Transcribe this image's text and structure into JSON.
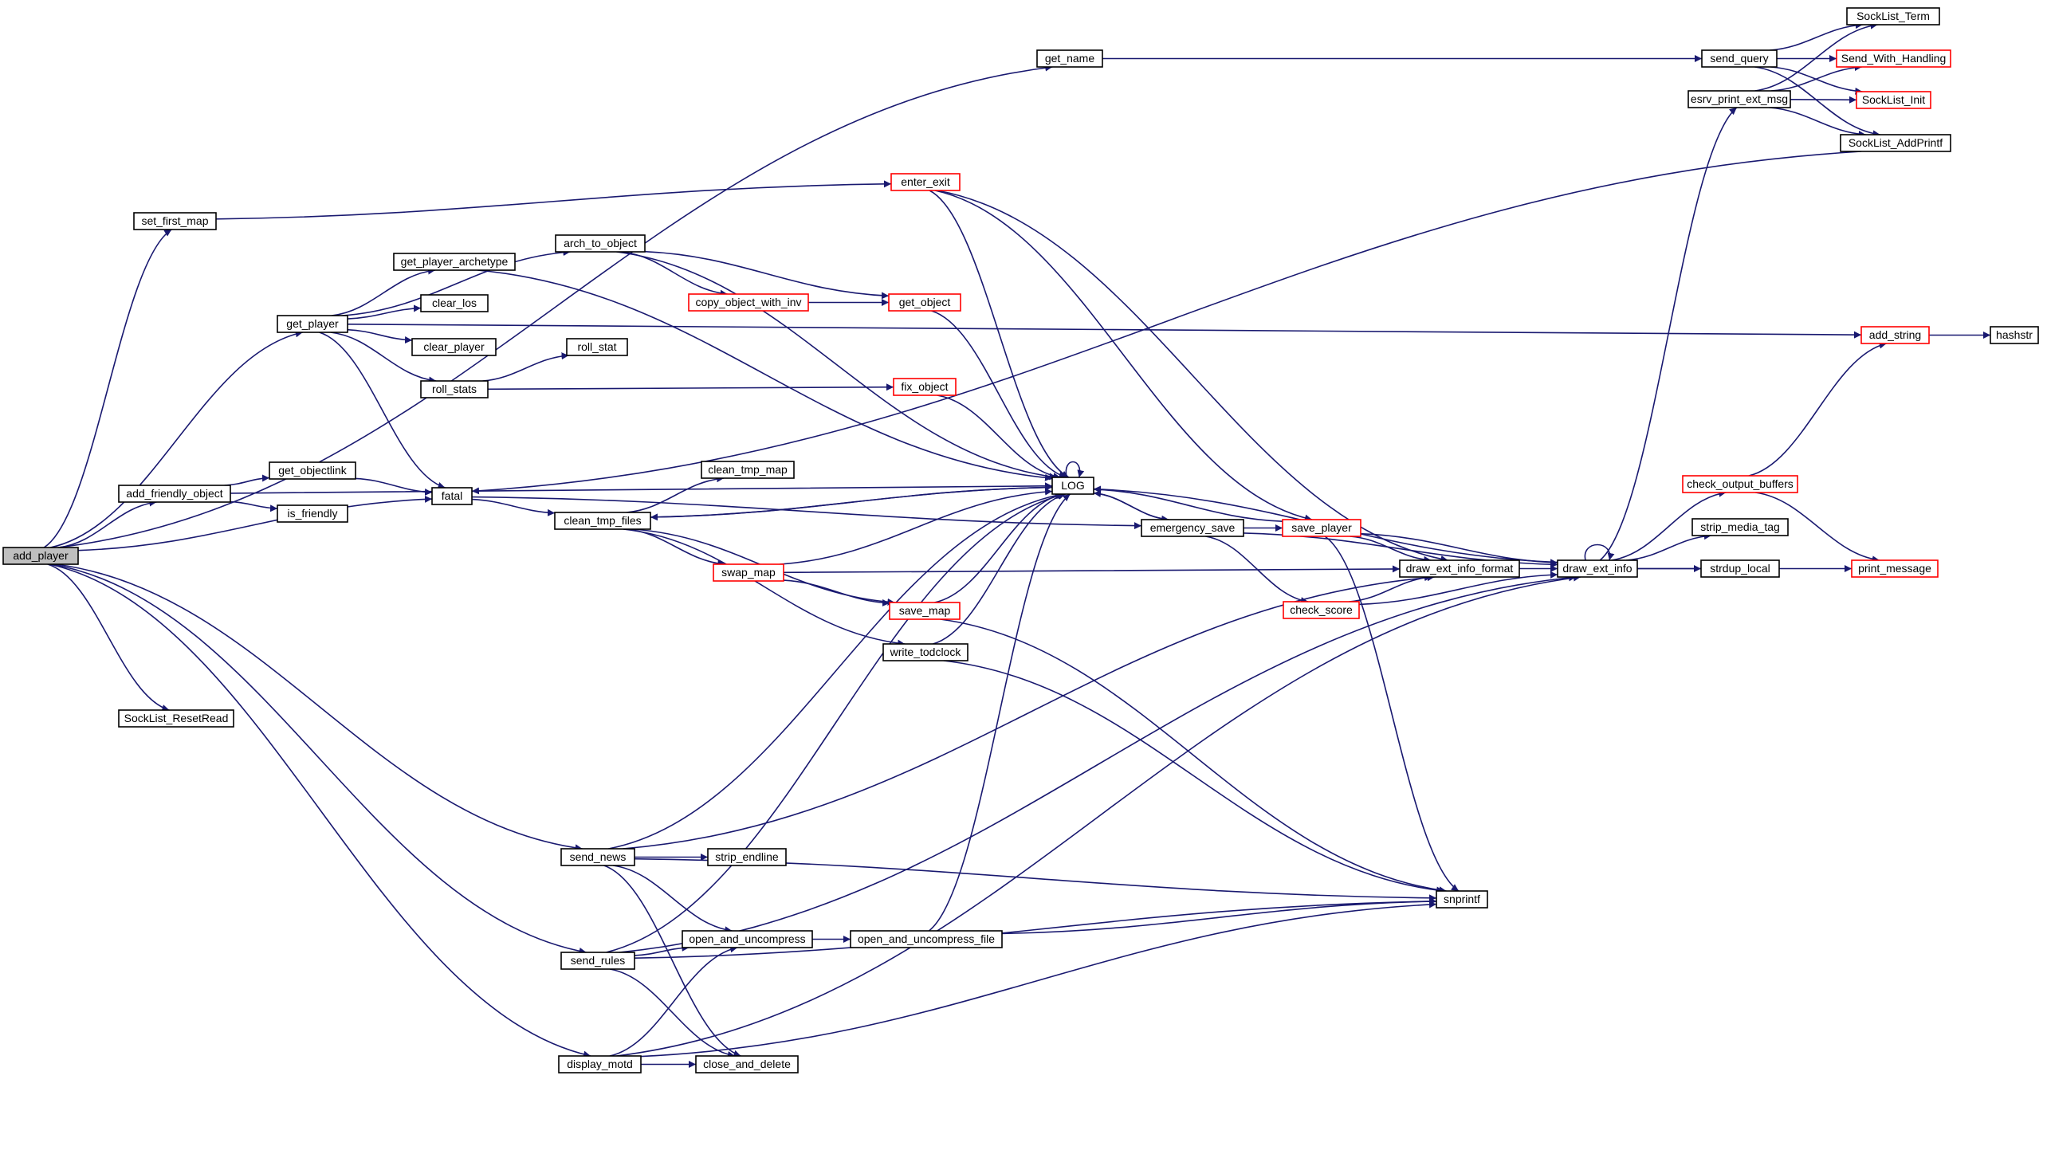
{
  "colors": {
    "edge": "#191970",
    "box_border": "#000000",
    "truncated_border": "#ff0000",
    "root_fill": "#bfbfbf",
    "background": "#ffffff"
  },
  "nodes": {
    "add_player": {
      "label": "add_player",
      "style": "root"
    },
    "get_name": {
      "label": "get_name",
      "style": "normal"
    },
    "set_first_map": {
      "label": "set_first_map",
      "style": "normal"
    },
    "get_player": {
      "label": "get_player",
      "style": "normal"
    },
    "add_friendly_object": {
      "label": "add_friendly_object",
      "style": "normal"
    },
    "fatal": {
      "label": "fatal",
      "style": "normal"
    },
    "SockList_ResetRead": {
      "label": "SockList_ResetRead",
      "style": "normal"
    },
    "send_news": {
      "label": "send_news",
      "style": "normal"
    },
    "send_rules": {
      "label": "send_rules",
      "style": "normal"
    },
    "display_motd": {
      "label": "display_motd",
      "style": "normal"
    },
    "get_objectlink": {
      "label": "get_objectlink",
      "style": "normal"
    },
    "is_friendly": {
      "label": "is_friendly",
      "style": "normal"
    },
    "get_player_archetype": {
      "label": "get_player_archetype",
      "style": "normal"
    },
    "clear_los": {
      "label": "clear_los",
      "style": "normal"
    },
    "clear_player": {
      "label": "clear_player",
      "style": "normal"
    },
    "roll_stats": {
      "label": "roll_stats",
      "style": "normal"
    },
    "roll_stat": {
      "label": "roll_stat",
      "style": "normal"
    },
    "arch_to_object": {
      "label": "arch_to_object",
      "style": "normal"
    },
    "enter_exit": {
      "label": "enter_exit",
      "style": "red"
    },
    "copy_object_with_inv": {
      "label": "copy_object_with_inv",
      "style": "red"
    },
    "get_object": {
      "label": "get_object",
      "style": "red"
    },
    "fix_object": {
      "label": "fix_object",
      "style": "red"
    },
    "clean_tmp_map": {
      "label": "clean_tmp_map",
      "style": "normal"
    },
    "clean_tmp_files": {
      "label": "clean_tmp_files",
      "style": "normal"
    },
    "swap_map": {
      "label": "swap_map",
      "style": "red"
    },
    "save_map": {
      "label": "save_map",
      "style": "red"
    },
    "write_todclock": {
      "label": "write_todclock",
      "style": "normal"
    },
    "LOG": {
      "label": "LOG",
      "style": "normal"
    },
    "emergency_save": {
      "label": "emergency_save",
      "style": "normal"
    },
    "save_player": {
      "label": "save_player",
      "style": "red"
    },
    "check_score": {
      "label": "check_score",
      "style": "red"
    },
    "draw_ext_info_format": {
      "label": "draw_ext_info_format",
      "style": "normal"
    },
    "draw_ext_info": {
      "label": "draw_ext_info",
      "style": "normal"
    },
    "strip_endline": {
      "label": "strip_endline",
      "style": "normal"
    },
    "open_and_uncompress": {
      "label": "open_and_uncompress",
      "style": "normal"
    },
    "open_and_uncompress_file": {
      "label": "open_and_uncompress_file",
      "style": "normal"
    },
    "close_and_delete": {
      "label": "close_and_delete",
      "style": "normal"
    },
    "snprintf": {
      "label": "snprintf",
      "style": "normal"
    },
    "send_query": {
      "label": "send_query",
      "style": "normal"
    },
    "esrv_print_ext_msg": {
      "label": "esrv_print_ext_msg",
      "style": "normal"
    },
    "SockList_Term": {
      "label": "SockList_Term",
      "style": "normal"
    },
    "Send_With_Handling": {
      "label": "Send_With_Handling",
      "style": "red"
    },
    "SockList_Init": {
      "label": "SockList_Init",
      "style": "red"
    },
    "SockList_AddPrintf": {
      "label": "SockList_AddPrintf",
      "style": "normal"
    },
    "add_string": {
      "label": "add_string",
      "style": "red"
    },
    "hashstr": {
      "label": "hashstr",
      "style": "normal"
    },
    "check_output_buffers": {
      "label": "check_output_buffers",
      "style": "red"
    },
    "strip_media_tag": {
      "label": "strip_media_tag",
      "style": "normal"
    },
    "strdup_local": {
      "label": "strdup_local",
      "style": "normal"
    },
    "print_message": {
      "label": "print_message",
      "style": "red"
    }
  },
  "edges": [
    [
      "add_player",
      "get_name"
    ],
    [
      "add_player",
      "set_first_map"
    ],
    [
      "add_player",
      "get_player"
    ],
    [
      "add_player",
      "add_friendly_object"
    ],
    [
      "add_player",
      "fatal"
    ],
    [
      "add_player",
      "SockList_ResetRead"
    ],
    [
      "add_player",
      "send_news"
    ],
    [
      "add_player",
      "send_rules"
    ],
    [
      "add_player",
      "display_motd"
    ],
    [
      "get_name",
      "send_query"
    ],
    [
      "set_first_map",
      "enter_exit"
    ],
    [
      "get_player",
      "arch_to_object"
    ],
    [
      "get_player",
      "get_player_archetype"
    ],
    [
      "get_player",
      "clear_los"
    ],
    [
      "get_player",
      "clear_player"
    ],
    [
      "get_player",
      "roll_stats"
    ],
    [
      "get_player",
      "fatal"
    ],
    [
      "get_player",
      "add_string"
    ],
    [
      "add_friendly_object",
      "get_objectlink"
    ],
    [
      "add_friendly_object",
      "is_friendly"
    ],
    [
      "add_friendly_object",
      "LOG"
    ],
    [
      "get_objectlink",
      "fatal"
    ],
    [
      "get_player_archetype",
      "LOG"
    ],
    [
      "roll_stats",
      "roll_stat"
    ],
    [
      "roll_stats",
      "fix_object"
    ],
    [
      "arch_to_object",
      "copy_object_with_inv"
    ],
    [
      "arch_to_object",
      "get_object"
    ],
    [
      "arch_to_object",
      "LOG"
    ],
    [
      "copy_object_with_inv",
      "get_object"
    ],
    [
      "get_object",
      "LOG"
    ],
    [
      "fix_object",
      "LOG"
    ],
    [
      "enter_exit",
      "LOG"
    ],
    [
      "enter_exit",
      "save_player"
    ],
    [
      "enter_exit",
      "draw_ext_info_format"
    ],
    [
      "fatal",
      "clean_tmp_files"
    ],
    [
      "fatal",
      "emergency_save"
    ],
    [
      "clean_tmp_files",
      "clean_tmp_map"
    ],
    [
      "clean_tmp_files",
      "swap_map"
    ],
    [
      "clean_tmp_files",
      "save_map"
    ],
    [
      "clean_tmp_files",
      "write_todclock"
    ],
    [
      "clean_tmp_files",
      "LOG"
    ],
    [
      "LOG",
      "clean_tmp_files"
    ],
    [
      "LOG",
      "LOG"
    ],
    [
      "LOG",
      "emergency_save"
    ],
    [
      "swap_map",
      "LOG"
    ],
    [
      "swap_map",
      "save_map"
    ],
    [
      "swap_map",
      "draw_ext_info_format"
    ],
    [
      "save_map",
      "LOG"
    ],
    [
      "save_map",
      "snprintf"
    ],
    [
      "write_todclock",
      "LOG"
    ],
    [
      "write_todclock",
      "snprintf"
    ],
    [
      "emergency_save",
      "LOG"
    ],
    [
      "emergency_save",
      "save_player"
    ],
    [
      "emergency_save",
      "check_score"
    ],
    [
      "emergency_save",
      "draw_ext_info"
    ],
    [
      "save_player",
      "LOG"
    ],
    [
      "save_player",
      "draw_ext_info_format"
    ],
    [
      "save_player",
      "draw_ext_info"
    ],
    [
      "save_player",
      "snprintf"
    ],
    [
      "check_score",
      "draw_ext_info_format"
    ],
    [
      "check_score",
      "draw_ext_info"
    ],
    [
      "draw_ext_info_format",
      "draw_ext_info"
    ],
    [
      "draw_ext_info",
      "draw_ext_info"
    ],
    [
      "draw_ext_info",
      "LOG"
    ],
    [
      "draw_ext_info",
      "esrv_print_ext_msg"
    ],
    [
      "draw_ext_info",
      "check_output_buffers"
    ],
    [
      "draw_ext_info",
      "strip_media_tag"
    ],
    [
      "draw_ext_info",
      "strdup_local"
    ],
    [
      "draw_ext_info",
      "print_message"
    ],
    [
      "send_news",
      "LOG"
    ],
    [
      "send_news",
      "strip_endline"
    ],
    [
      "send_news",
      "open_and_uncompress"
    ],
    [
      "send_news",
      "close_and_delete"
    ],
    [
      "send_news",
      "snprintf"
    ],
    [
      "send_news",
      "draw_ext_info_format"
    ],
    [
      "send_rules",
      "LOG"
    ],
    [
      "send_rules",
      "open_and_uncompress"
    ],
    [
      "send_rules",
      "close_and_delete"
    ],
    [
      "send_rules",
      "snprintf"
    ],
    [
      "send_rules",
      "draw_ext_info"
    ],
    [
      "open_and_uncompress",
      "open_and_uncompress_file"
    ],
    [
      "open_and_uncompress_file",
      "LOG"
    ],
    [
      "open_and_uncompress_file",
      "snprintf"
    ],
    [
      "display_motd",
      "open_and_uncompress"
    ],
    [
      "display_motd",
      "close_and_delete"
    ],
    [
      "display_motd",
      "snprintf"
    ],
    [
      "display_motd",
      "draw_ext_info"
    ],
    [
      "send_query",
      "SockList_Term"
    ],
    [
      "send_query",
      "Send_With_Handling"
    ],
    [
      "send_query",
      "SockList_Init"
    ],
    [
      "send_query",
      "SockList_AddPrintf"
    ],
    [
      "esrv_print_ext_msg",
      "SockList_Term"
    ],
    [
      "esrv_print_ext_msg",
      "Send_With_Handling"
    ],
    [
      "esrv_print_ext_msg",
      "SockList_Init"
    ],
    [
      "esrv_print_ext_msg",
      "SockList_AddPrintf"
    ],
    [
      "SockList_AddPrintf",
      "fatal"
    ],
    [
      "add_string",
      "hashstr"
    ],
    [
      "check_output_buffers",
      "add_string"
    ],
    [
      "check_output_buffers",
      "print_message"
    ]
  ]
}
